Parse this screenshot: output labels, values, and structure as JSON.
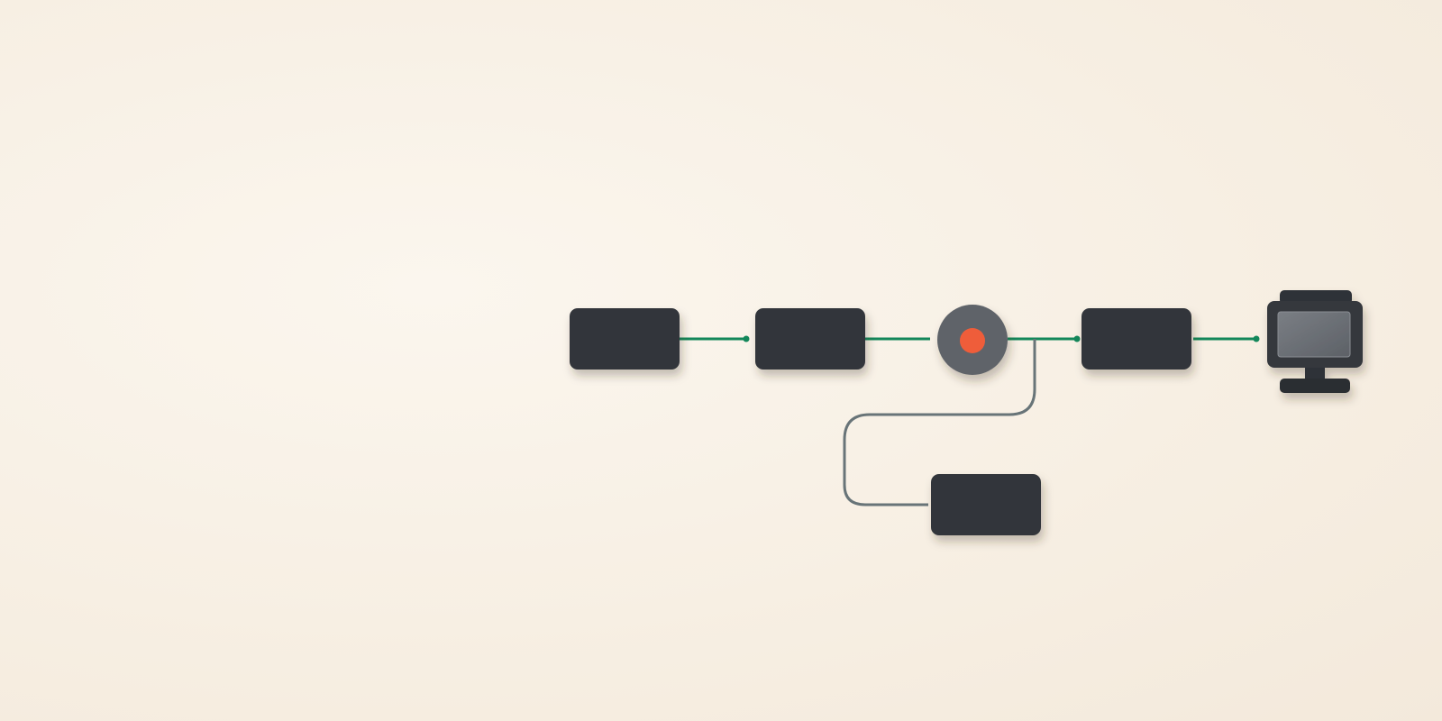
{
  "colors": {
    "background": "#f8f1e6",
    "node_fill": "#33363b",
    "node_fill_light": "#3a3e44",
    "hub_fill": "#5f6369",
    "hub_dot": "#ef5d3a",
    "connector_green": "#13875a",
    "connector_gray": "#687478",
    "monitor_screen": "#6e7278"
  },
  "nodes": [
    {
      "id": "block-1",
      "kind": "block",
      "icon": "rounded-rectangle"
    },
    {
      "id": "block-2",
      "kind": "block",
      "icon": "rounded-rectangle"
    },
    {
      "id": "hub",
      "kind": "hub",
      "icon": "record-dot-icon"
    },
    {
      "id": "block-3",
      "kind": "block",
      "icon": "rounded-rectangle"
    },
    {
      "id": "monitor",
      "kind": "terminal",
      "icon": "monitor-icon"
    },
    {
      "id": "block-branch",
      "kind": "block",
      "icon": "rounded-rectangle"
    }
  ],
  "edges": [
    {
      "from": "block-1",
      "to": "block-2",
      "style": "green"
    },
    {
      "from": "block-2",
      "to": "hub",
      "style": "green"
    },
    {
      "from": "hub",
      "to": "block-3",
      "style": "green"
    },
    {
      "from": "block-3",
      "to": "monitor",
      "style": "green"
    },
    {
      "from": "hub",
      "to": "block-branch",
      "style": "gray"
    }
  ]
}
